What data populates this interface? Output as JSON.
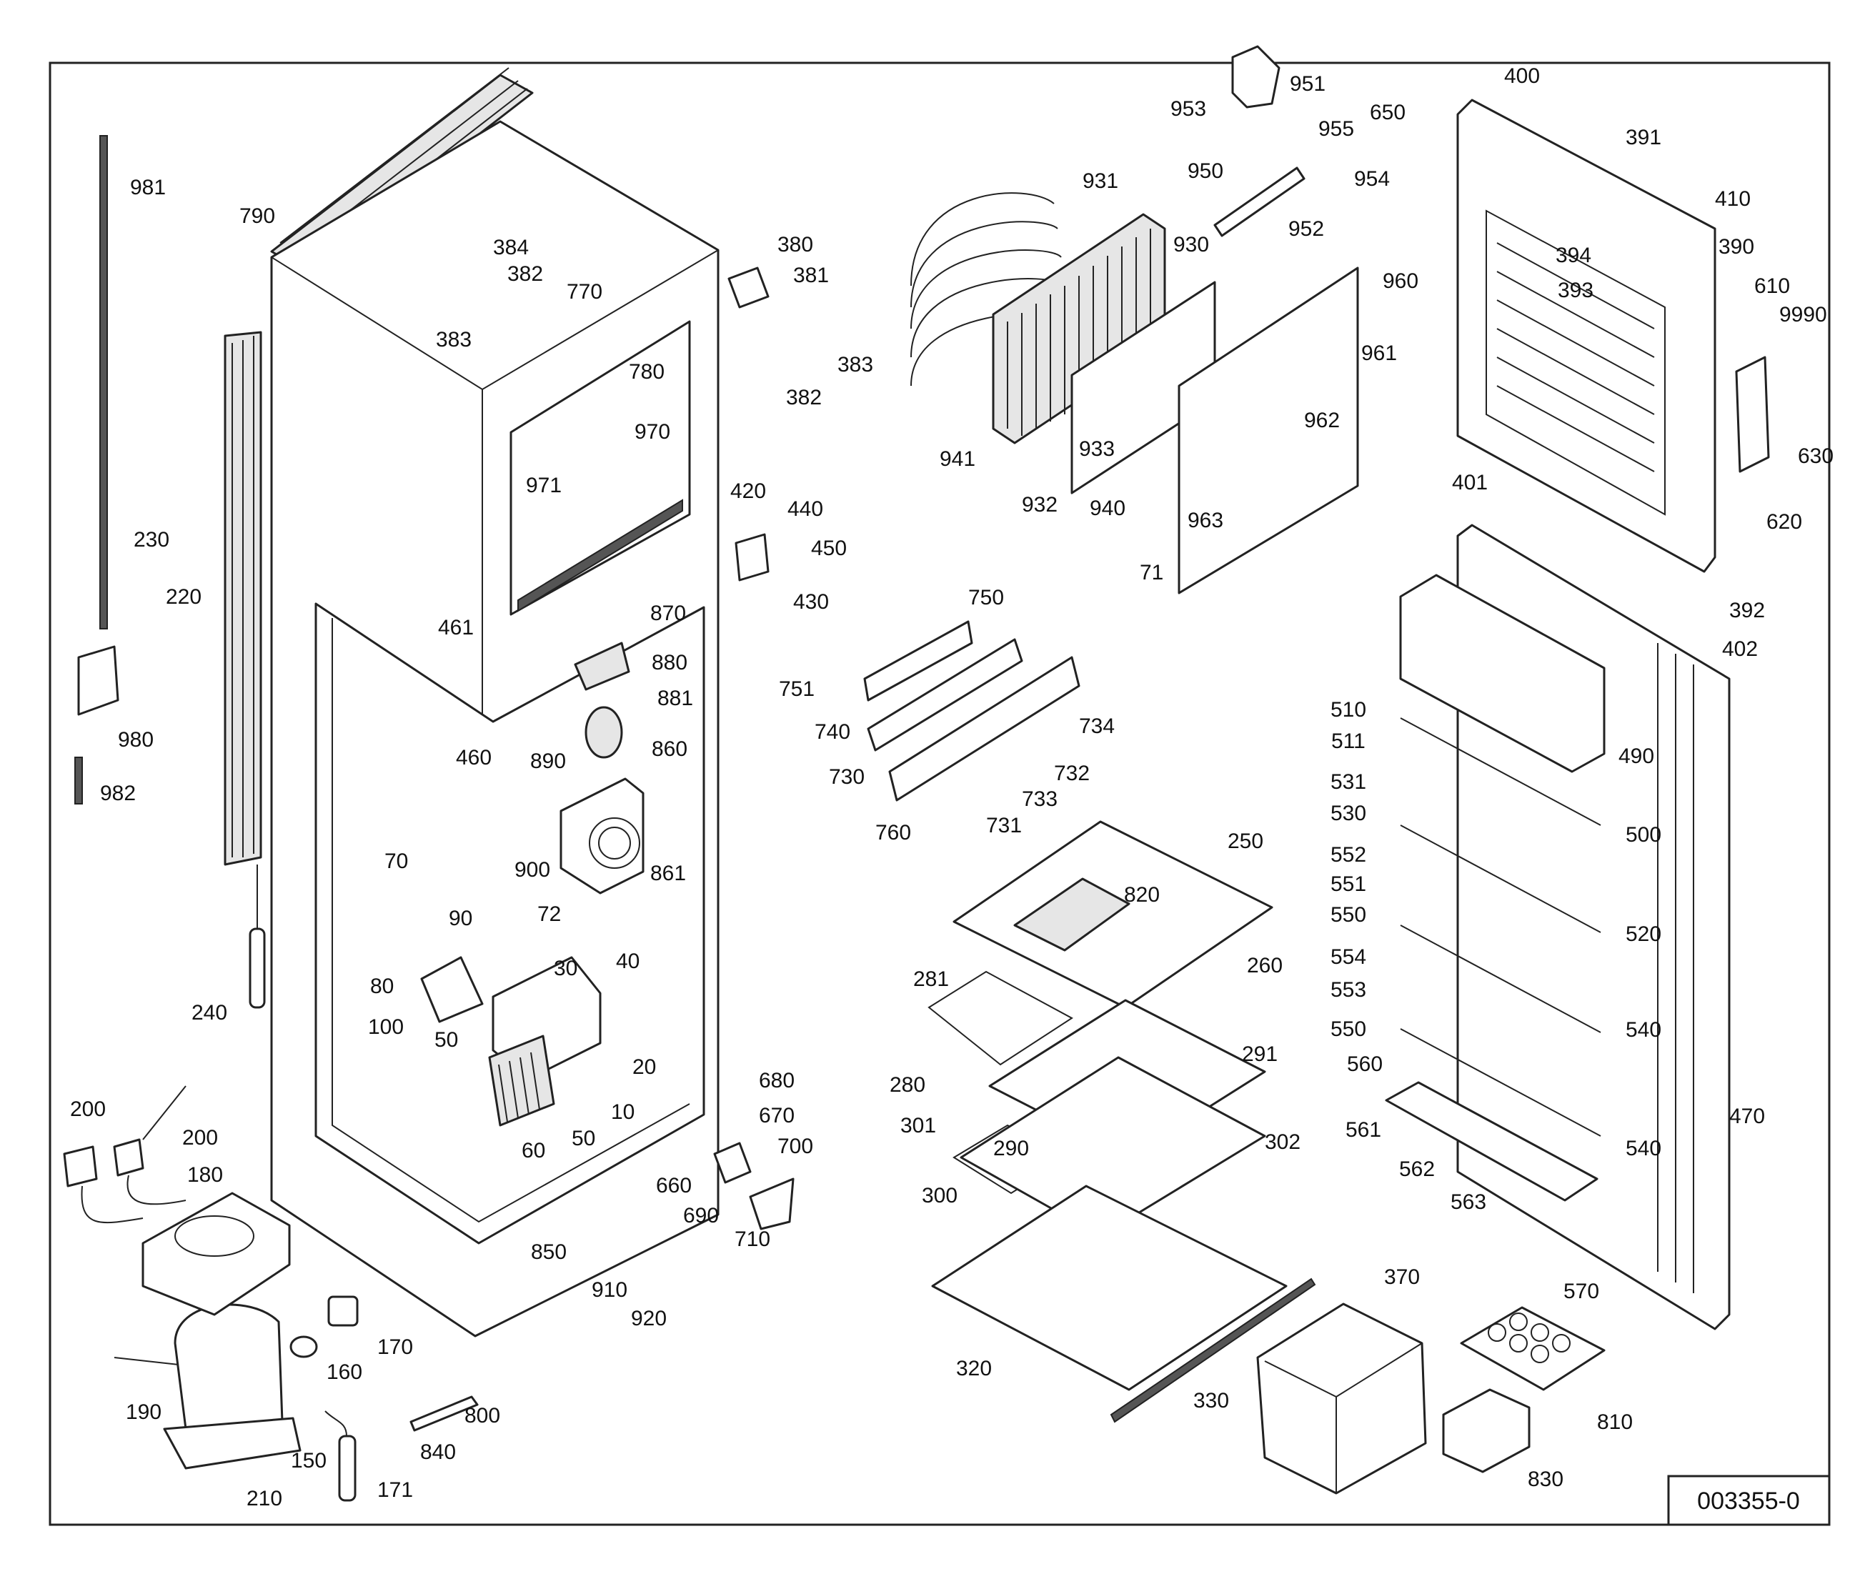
{
  "drawing": {
    "code": "003355-0",
    "callouts": [
      {
        "id": "981",
        "text": "981"
      },
      {
        "id": "790",
        "text": "790"
      },
      {
        "id": "384",
        "text": "384"
      },
      {
        "id": "382a",
        "text": "382"
      },
      {
        "id": "770",
        "text": "770"
      },
      {
        "id": "383a",
        "text": "383"
      },
      {
        "id": "380",
        "text": "380"
      },
      {
        "id": "381",
        "text": "381"
      },
      {
        "id": "383b",
        "text": "383"
      },
      {
        "id": "382b",
        "text": "382"
      },
      {
        "id": "780",
        "text": "780"
      },
      {
        "id": "970",
        "text": "970"
      },
      {
        "id": "971",
        "text": "971"
      },
      {
        "id": "230",
        "text": "230"
      },
      {
        "id": "220",
        "text": "220"
      },
      {
        "id": "420",
        "text": "420"
      },
      {
        "id": "440",
        "text": "440"
      },
      {
        "id": "450",
        "text": "450"
      },
      {
        "id": "430",
        "text": "430"
      },
      {
        "id": "461",
        "text": "461"
      },
      {
        "id": "870",
        "text": "870"
      },
      {
        "id": "880",
        "text": "880"
      },
      {
        "id": "881",
        "text": "881"
      },
      {
        "id": "460",
        "text": "460"
      },
      {
        "id": "890",
        "text": "890"
      },
      {
        "id": "860",
        "text": "860"
      },
      {
        "id": "861",
        "text": "861"
      },
      {
        "id": "980",
        "text": "980"
      },
      {
        "id": "982",
        "text": "982"
      },
      {
        "id": "900",
        "text": "900"
      },
      {
        "id": "70",
        "text": "70"
      },
      {
        "id": "90",
        "text": "90"
      },
      {
        "id": "72",
        "text": "72"
      },
      {
        "id": "80",
        "text": "80"
      },
      {
        "id": "30",
        "text": "30"
      },
      {
        "id": "40",
        "text": "40"
      },
      {
        "id": "100",
        "text": "100"
      },
      {
        "id": "50a",
        "text": "50"
      },
      {
        "id": "20",
        "text": "20"
      },
      {
        "id": "240",
        "text": "240"
      },
      {
        "id": "10",
        "text": "10"
      },
      {
        "id": "50b",
        "text": "50"
      },
      {
        "id": "60",
        "text": "60"
      },
      {
        "id": "680",
        "text": "680"
      },
      {
        "id": "670",
        "text": "670"
      },
      {
        "id": "700",
        "text": "700"
      },
      {
        "id": "660",
        "text": "660"
      },
      {
        "id": "690",
        "text": "690"
      },
      {
        "id": "710",
        "text": "710"
      },
      {
        "id": "200a",
        "text": "200"
      },
      {
        "id": "200b",
        "text": "200"
      },
      {
        "id": "180",
        "text": "180"
      },
      {
        "id": "850",
        "text": "850"
      },
      {
        "id": "910",
        "text": "910"
      },
      {
        "id": "920",
        "text": "920"
      },
      {
        "id": "170",
        "text": "170"
      },
      {
        "id": "160",
        "text": "160"
      },
      {
        "id": "190",
        "text": "190"
      },
      {
        "id": "150",
        "text": "150"
      },
      {
        "id": "800",
        "text": "800"
      },
      {
        "id": "840",
        "text": "840"
      },
      {
        "id": "171",
        "text": "171"
      },
      {
        "id": "210",
        "text": "210"
      },
      {
        "id": "953",
        "text": "953"
      },
      {
        "id": "951",
        "text": "951"
      },
      {
        "id": "955",
        "text": "955"
      },
      {
        "id": "950",
        "text": "950"
      },
      {
        "id": "954",
        "text": "954"
      },
      {
        "id": "952",
        "text": "952"
      },
      {
        "id": "931",
        "text": "931"
      },
      {
        "id": "930",
        "text": "930"
      },
      {
        "id": "960",
        "text": "960"
      },
      {
        "id": "961",
        "text": "961"
      },
      {
        "id": "962",
        "text": "962"
      },
      {
        "id": "941",
        "text": "941"
      },
      {
        "id": "933",
        "text": "933"
      },
      {
        "id": "932",
        "text": "932"
      },
      {
        "id": "940",
        "text": "940"
      },
      {
        "id": "963",
        "text": "963"
      },
      {
        "id": "71",
        "text": "71"
      },
      {
        "id": "750",
        "text": "750"
      },
      {
        "id": "751",
        "text": "751"
      },
      {
        "id": "740",
        "text": "740"
      },
      {
        "id": "734",
        "text": "734"
      },
      {
        "id": "730",
        "text": "730"
      },
      {
        "id": "732",
        "text": "732"
      },
      {
        "id": "733",
        "text": "733"
      },
      {
        "id": "731",
        "text": "731"
      },
      {
        "id": "760",
        "text": "760"
      },
      {
        "id": "250",
        "text": "250"
      },
      {
        "id": "820",
        "text": "820"
      },
      {
        "id": "281",
        "text": "281"
      },
      {
        "id": "260",
        "text": "260"
      },
      {
        "id": "291",
        "text": "291"
      },
      {
        "id": "280",
        "text": "280"
      },
      {
        "id": "301",
        "text": "301"
      },
      {
        "id": "290",
        "text": "290"
      },
      {
        "id": "302",
        "text": "302"
      },
      {
        "id": "300",
        "text": "300"
      },
      {
        "id": "320",
        "text": "320"
      },
      {
        "id": "330",
        "text": "330"
      },
      {
        "id": "370",
        "text": "370"
      },
      {
        "id": "810",
        "text": "810"
      },
      {
        "id": "830",
        "text": "830"
      },
      {
        "id": "400",
        "text": "400"
      },
      {
        "id": "650",
        "text": "650"
      },
      {
        "id": "391",
        "text": "391"
      },
      {
        "id": "410",
        "text": "410"
      },
      {
        "id": "390",
        "text": "390"
      },
      {
        "id": "394",
        "text": "394"
      },
      {
        "id": "393",
        "text": "393"
      },
      {
        "id": "610",
        "text": "610"
      },
      {
        "id": "9990",
        "text": "9990"
      },
      {
        "id": "630",
        "text": "630"
      },
      {
        "id": "401",
        "text": "401"
      },
      {
        "id": "620",
        "text": "620"
      },
      {
        "id": "392",
        "text": "392"
      },
      {
        "id": "402",
        "text": "402"
      },
      {
        "id": "510",
        "text": "510"
      },
      {
        "id": "511",
        "text": "511"
      },
      {
        "id": "490",
        "text": "490"
      },
      {
        "id": "531",
        "text": "531"
      },
      {
        "id": "530",
        "text": "530"
      },
      {
        "id": "500",
        "text": "500"
      },
      {
        "id": "552",
        "text": "552"
      },
      {
        "id": "551",
        "text": "551"
      },
      {
        "id": "550a",
        "text": "550"
      },
      {
        "id": "520",
        "text": "520"
      },
      {
        "id": "554",
        "text": "554"
      },
      {
        "id": "553",
        "text": "553"
      },
      {
        "id": "550b",
        "text": "550"
      },
      {
        "id": "540a",
        "text": "540"
      },
      {
        "id": "560",
        "text": "560"
      },
      {
        "id": "561",
        "text": "561"
      },
      {
        "id": "562",
        "text": "562"
      },
      {
        "id": "563",
        "text": "563"
      },
      {
        "id": "540b",
        "text": "540"
      },
      {
        "id": "470",
        "text": "470"
      },
      {
        "id": "570",
        "text": "570"
      }
    ]
  }
}
